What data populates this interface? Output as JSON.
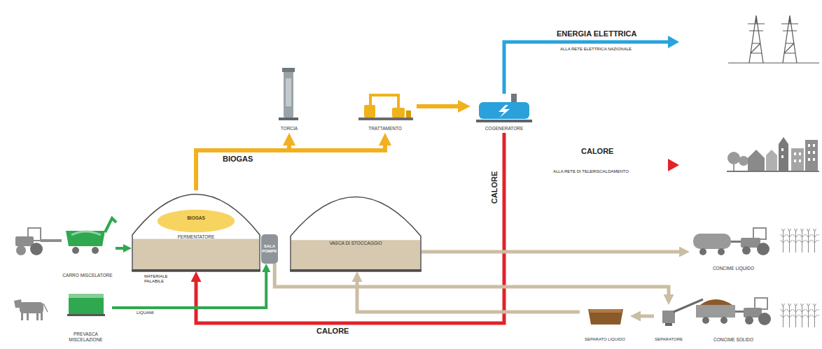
{
  "diagram": {
    "nodes": [
      {
        "text": [
          "TORCIA"
        ]
      },
      {
        "text": [
          "TRATTAMENTO"
        ]
      },
      {
        "text": [
          "COGENERATORE"
        ]
      },
      {
        "text": [
          "BIOGAS",
          "FERMENTATORE"
        ]
      },
      {
        "text": [
          "SALA POMPE"
        ]
      },
      {
        "text": [
          "VASCA DI STOCCAGGIO"
        ]
      },
      {
        "text": [
          "CARRO MISCELATORE"
        ]
      },
      {
        "text": [
          "PREVASCA MISCELAZIONE"
        ]
      },
      {
        "text": [
          "SEPARATO LIQUIDO"
        ]
      },
      {
        "text": [
          "SEPARATORE"
        ]
      },
      {
        "text": [
          "CONCIME LIQUIDO"
        ]
      },
      {
        "text": [
          "CONCIME SOLIDO"
        ]
      }
    ],
    "edges": [
      {
        "from": 3,
        "to": 0,
        "arrow": "to"
      },
      {
        "from": 3,
        "to": 1,
        "label": "BIOGAS",
        "arrow": "to"
      },
      {
        "from": 1,
        "to": 2,
        "arrow": "to"
      },
      {
        "from": 2,
        "to": 3,
        "label": "CALORE",
        "arrow": "to"
      },
      {
        "from": 6,
        "to": 3,
        "arrow": "to"
      },
      {
        "from": 7,
        "to": 4,
        "label": "LIQUAMI",
        "arrow": "to"
      },
      {
        "from": 4,
        "to": 9,
        "arrow": "to"
      },
      {
        "from": 9,
        "to": 8,
        "arrow": "to"
      },
      {
        "from": 8,
        "to": 5,
        "arrow": "to"
      },
      {
        "from": 5,
        "to": 10,
        "arrow": "to"
      }
    ],
    "labels": [
      "ENERGIA ELETTRICA",
      "ALLA RETE ELETTRICA NAZIONALE",
      "CALORE",
      "ALLA RETE DI TELERISCALDAMENTO",
      "CALORE",
      "MATERIALE PALABILE"
    ]
  }
}
